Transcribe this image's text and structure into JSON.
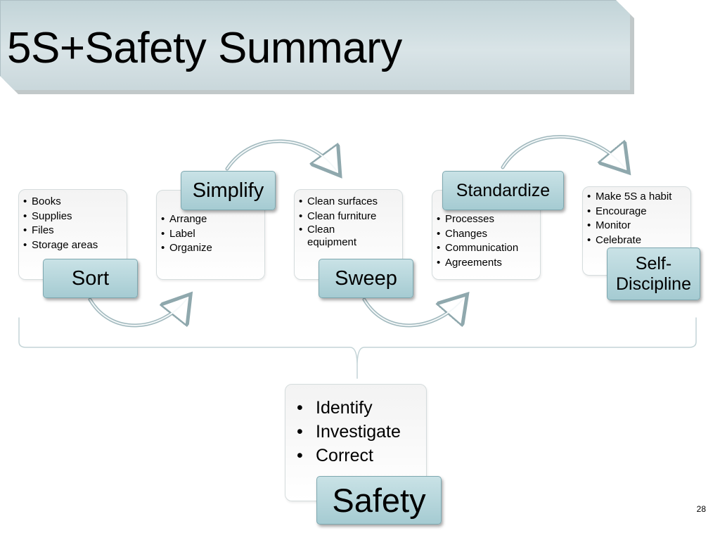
{
  "slide": {
    "title": "5S+Safety Summary",
    "page_number": "28"
  },
  "steps": [
    {
      "label": "Sort",
      "items": [
        "Books",
        "Supplies",
        "Files",
        "Storage areas"
      ]
    },
    {
      "label": "Simplify",
      "items": [
        "Arrange",
        "Label",
        "Organize"
      ]
    },
    {
      "label": "Sweep",
      "items": [
        "Clean surfaces",
        "Clean furniture",
        "Clean equipment"
      ]
    },
    {
      "label": "Standardize",
      "items": [
        "Processes",
        "Changes",
        "Communication",
        "Agreements"
      ]
    },
    {
      "label": "Self-Discipline",
      "items": [
        "Make 5S a habit",
        "Encourage",
        "Monitor",
        "Celebrate"
      ]
    }
  ],
  "safety": {
    "label": "Safety",
    "items": [
      "Identify",
      "Investigate",
      "Correct"
    ]
  },
  "colors": {
    "label_fill": "#b7d6dc",
    "label_border": "#7ea8b0",
    "title_fill": "#cfdde0",
    "arrow": "#9fb9be"
  }
}
